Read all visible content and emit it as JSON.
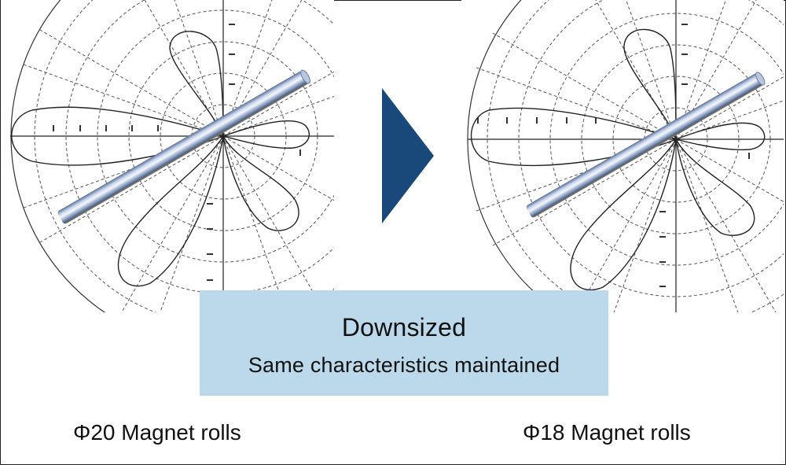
{
  "callout": {
    "title": "Downsized",
    "subtitle": "Same characteristics maintained"
  },
  "captions": {
    "left": "Φ20 Magnet rolls",
    "right": "Φ18 Magnet rolls"
  },
  "colors": {
    "arrow": "#19497a",
    "callout_bg": "#bcd9eb",
    "grid": "#555555",
    "curve": "#222222"
  },
  "icons": {
    "arrow": "right-triangle-arrow-icon",
    "roll": "magnet-roll-icon"
  }
}
